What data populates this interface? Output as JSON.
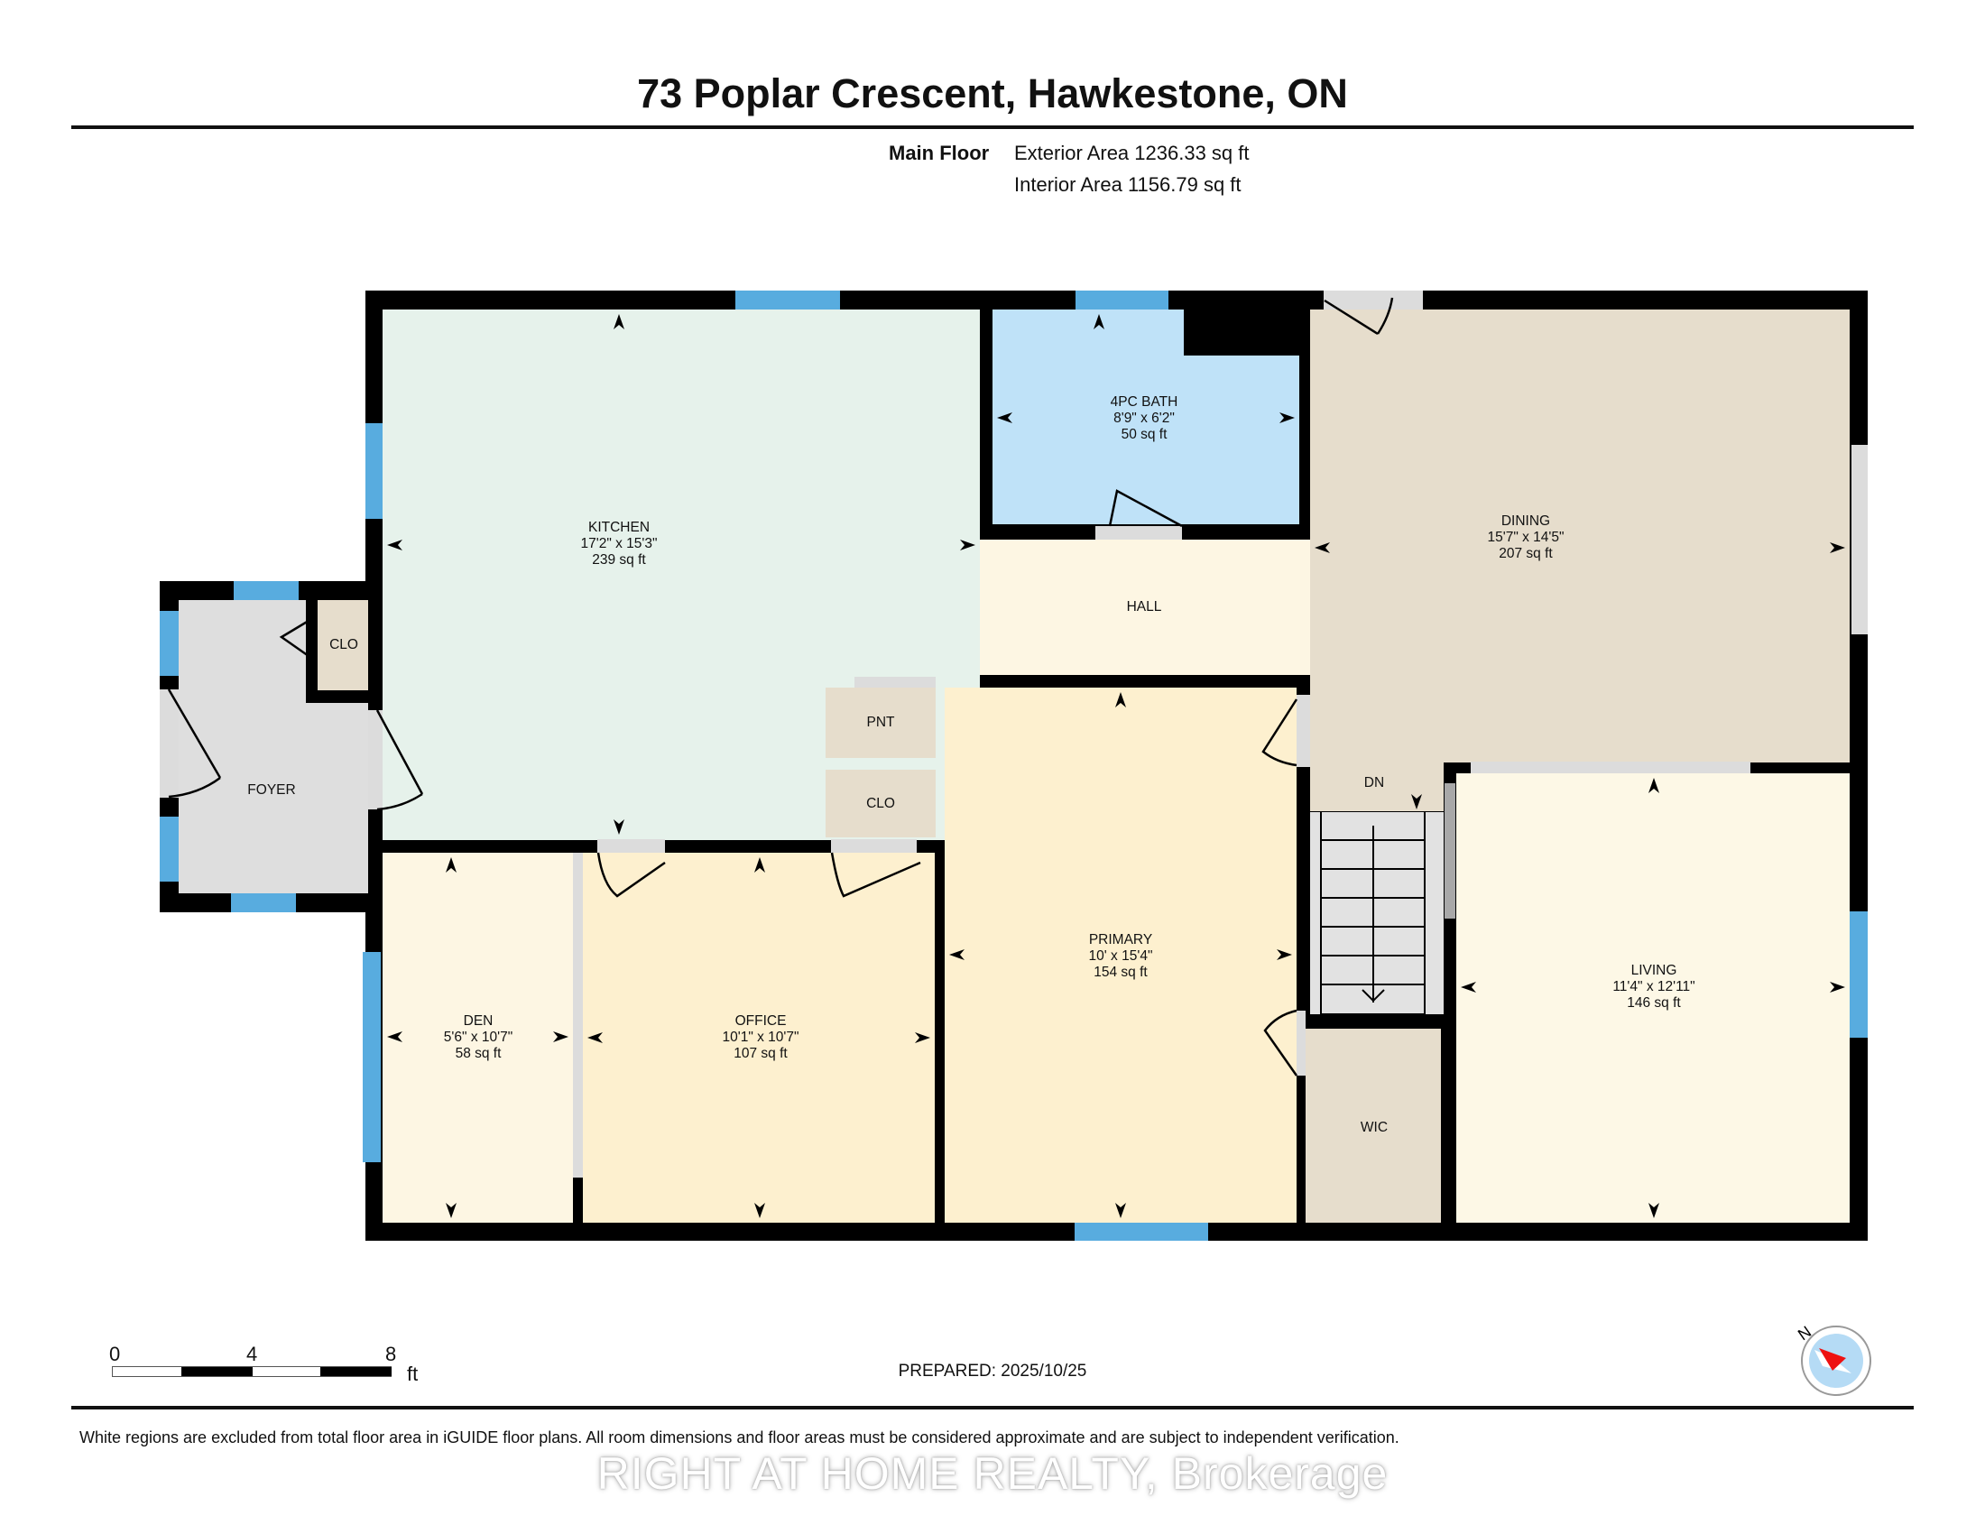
{
  "header": {
    "title": "73 Poplar Crescent, Hawkestone, ON",
    "floor_label": "Main Floor",
    "exterior_area": "Exterior Area 1236.33 sq ft",
    "interior_area": "Interior Area 1156.79 sq ft"
  },
  "rooms": {
    "kitchen": {
      "name": "KITCHEN",
      "dims": "17'2\" x 15'3\"",
      "area": "239 sq ft",
      "color": "#e6f2eb"
    },
    "bath": {
      "name": "4PC BATH",
      "dims": "8'9\" x 6'2\"",
      "area": "50 sq ft",
      "color": "#bfe2f8"
    },
    "dining": {
      "name": "DINING",
      "dims": "15'7\" x 14'5\"",
      "area": "207 sq ft",
      "color": "#e6ddcc"
    },
    "hall": {
      "name": "HALL",
      "color": "#fdf6e3"
    },
    "foyer": {
      "name": "FOYER",
      "color": "#dedede"
    },
    "foyer_closet": {
      "name": "CLO",
      "color": "#e6ddcc"
    },
    "pantry": {
      "name": "PNT",
      "color": "#e6ddcc"
    },
    "closet": {
      "name": "CLO",
      "color": "#e6ddcc"
    },
    "den": {
      "name": "DEN",
      "dims": "5'6\" x 10'7\"",
      "area": "58 sq ft",
      "color": "#fdf6e3"
    },
    "office": {
      "name": "OFFICE",
      "dims": "10'1\" x 10'7\"",
      "area": "107 sq ft",
      "color": "#fdf0cf"
    },
    "primary": {
      "name": "PRIMARY",
      "dims": "10' x 15'4\"",
      "area": "154 sq ft",
      "color": "#fdf0cf"
    },
    "stairs": {
      "label": "DN",
      "color": "#e2e2e2"
    },
    "wic": {
      "name": "WIC",
      "color": "#e6ddcc"
    },
    "living": {
      "name": "LIVING",
      "dims": "11'4\" x 12'11\"",
      "area": "146 sq ft",
      "color": "#fdf8e6"
    }
  },
  "colors": {
    "wall": "#000000",
    "window": "#58acdf",
    "door_opening": "#dcdcdc"
  },
  "scale": {
    "ticks": [
      "0",
      "4",
      "8"
    ],
    "unit": "ft"
  },
  "compass": {
    "label": "N",
    "icon": "compass-icon"
  },
  "footer": {
    "prepared": "PREPARED: 2025/10/25",
    "disclaimer": "White regions are excluded from total floor area in iGUIDE floor plans. All room dimensions and floor areas must be considered approximate and are subject to independent verification.",
    "watermark": "RIGHT AT HOME REALTY, Brokerage"
  }
}
